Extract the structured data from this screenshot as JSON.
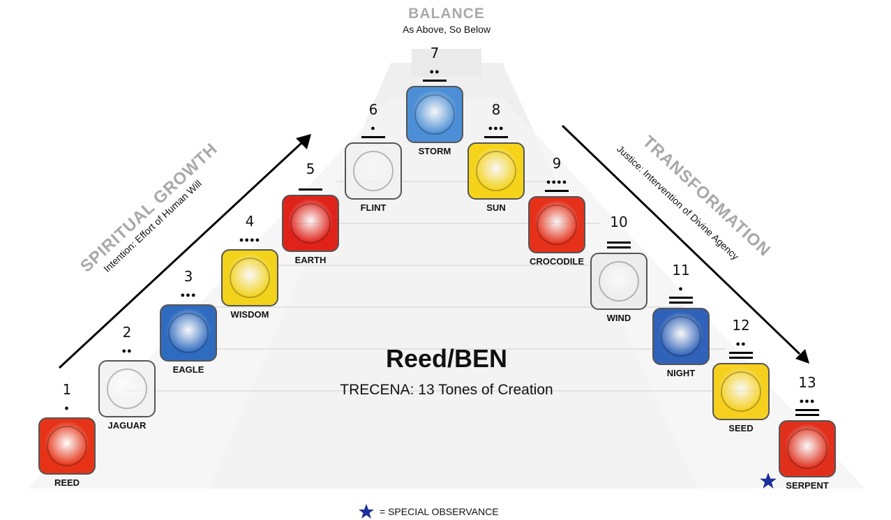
{
  "top": {
    "heading": "BALANCE",
    "subheading": "As Above, So Below"
  },
  "left_path": {
    "heading": "SPIRITUAL GROWTH",
    "subheading": "Intention: Effort of Human Will"
  },
  "right_path": {
    "heading": "TRANSFORMATION",
    "subheading": "Justice: Intervention of Divine Agency"
  },
  "center": {
    "title": "Reed/BEN",
    "subtitle": "TRECENA: 13 Tones of Creation"
  },
  "legend": {
    "text": "= SPECIAL OBSERVANCE",
    "icon": "star-icon",
    "color": "#1d2f9a"
  },
  "tones": [
    {
      "number": "1",
      "name": "REED",
      "dots": 1,
      "bars": 0,
      "color": "#e63317"
    },
    {
      "number": "2",
      "name": "JAGUAR",
      "dots": 2,
      "bars": 0,
      "color": "#f2f2f2"
    },
    {
      "number": "3",
      "name": "EAGLE",
      "dots": 3,
      "bars": 0,
      "color": "#2f6cc0"
    },
    {
      "number": "4",
      "name": "WISDOM",
      "dots": 4,
      "bars": 0,
      "color": "#f2d21b"
    },
    {
      "number": "5",
      "name": "EARTH",
      "dots": 0,
      "bars": 1,
      "color": "#e0231a"
    },
    {
      "number": "6",
      "name": "FLINT",
      "dots": 1,
      "bars": 1,
      "color": "#f1f1f1"
    },
    {
      "number": "7",
      "name": "STORM",
      "dots": 2,
      "bars": 1,
      "color": "#4c8fd6"
    },
    {
      "number": "8",
      "name": "SUN",
      "dots": 3,
      "bars": 1,
      "color": "#f5d31a"
    },
    {
      "number": "9",
      "name": "CROCODILE",
      "dots": 4,
      "bars": 1,
      "color": "#e5301a"
    },
    {
      "number": "10",
      "name": "WIND",
      "dots": 0,
      "bars": 2,
      "color": "#ececec"
    },
    {
      "number": "11",
      "name": "NIGHT",
      "dots": 1,
      "bars": 2,
      "color": "#2f62b8"
    },
    {
      "number": "12",
      "name": "SEED",
      "dots": 2,
      "bars": 2,
      "color": "#f5d01e"
    },
    {
      "number": "13",
      "name": "SERPENT",
      "dots": 3,
      "bars": 2,
      "color": "#e0301c",
      "special": true
    }
  ]
}
